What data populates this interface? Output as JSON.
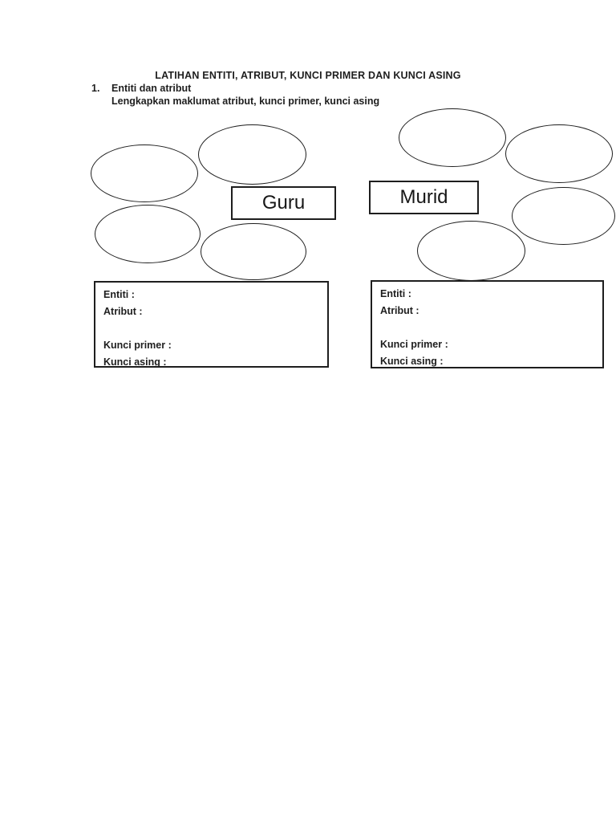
{
  "document": {
    "title": "LATIHAN ENTITI, ATRIBUT, KUNCI PRIMER DAN KUNCI ASING",
    "exercise": {
      "number": "1.",
      "heading": "Entiti dan atribut",
      "instruction": "Lengkapkan maklumat atribut, kunci primer, kunci asing"
    }
  },
  "diagram": {
    "type": "entity-attribute-diagram",
    "entities": [
      {
        "name": "Guru",
        "empty_attribute_ellipses": 4
      },
      {
        "name": "Murid",
        "empty_attribute_ellipses": 4
      }
    ]
  },
  "info_box_labels": {
    "entiti": "Entiti :",
    "atribut": "Atribut :",
    "kunci_primer": "Kunci primer :",
    "kunci_asing": "Kunci asing :"
  },
  "colors": {
    "ink": "#1e1e1e",
    "page_background": "#ffffff"
  }
}
